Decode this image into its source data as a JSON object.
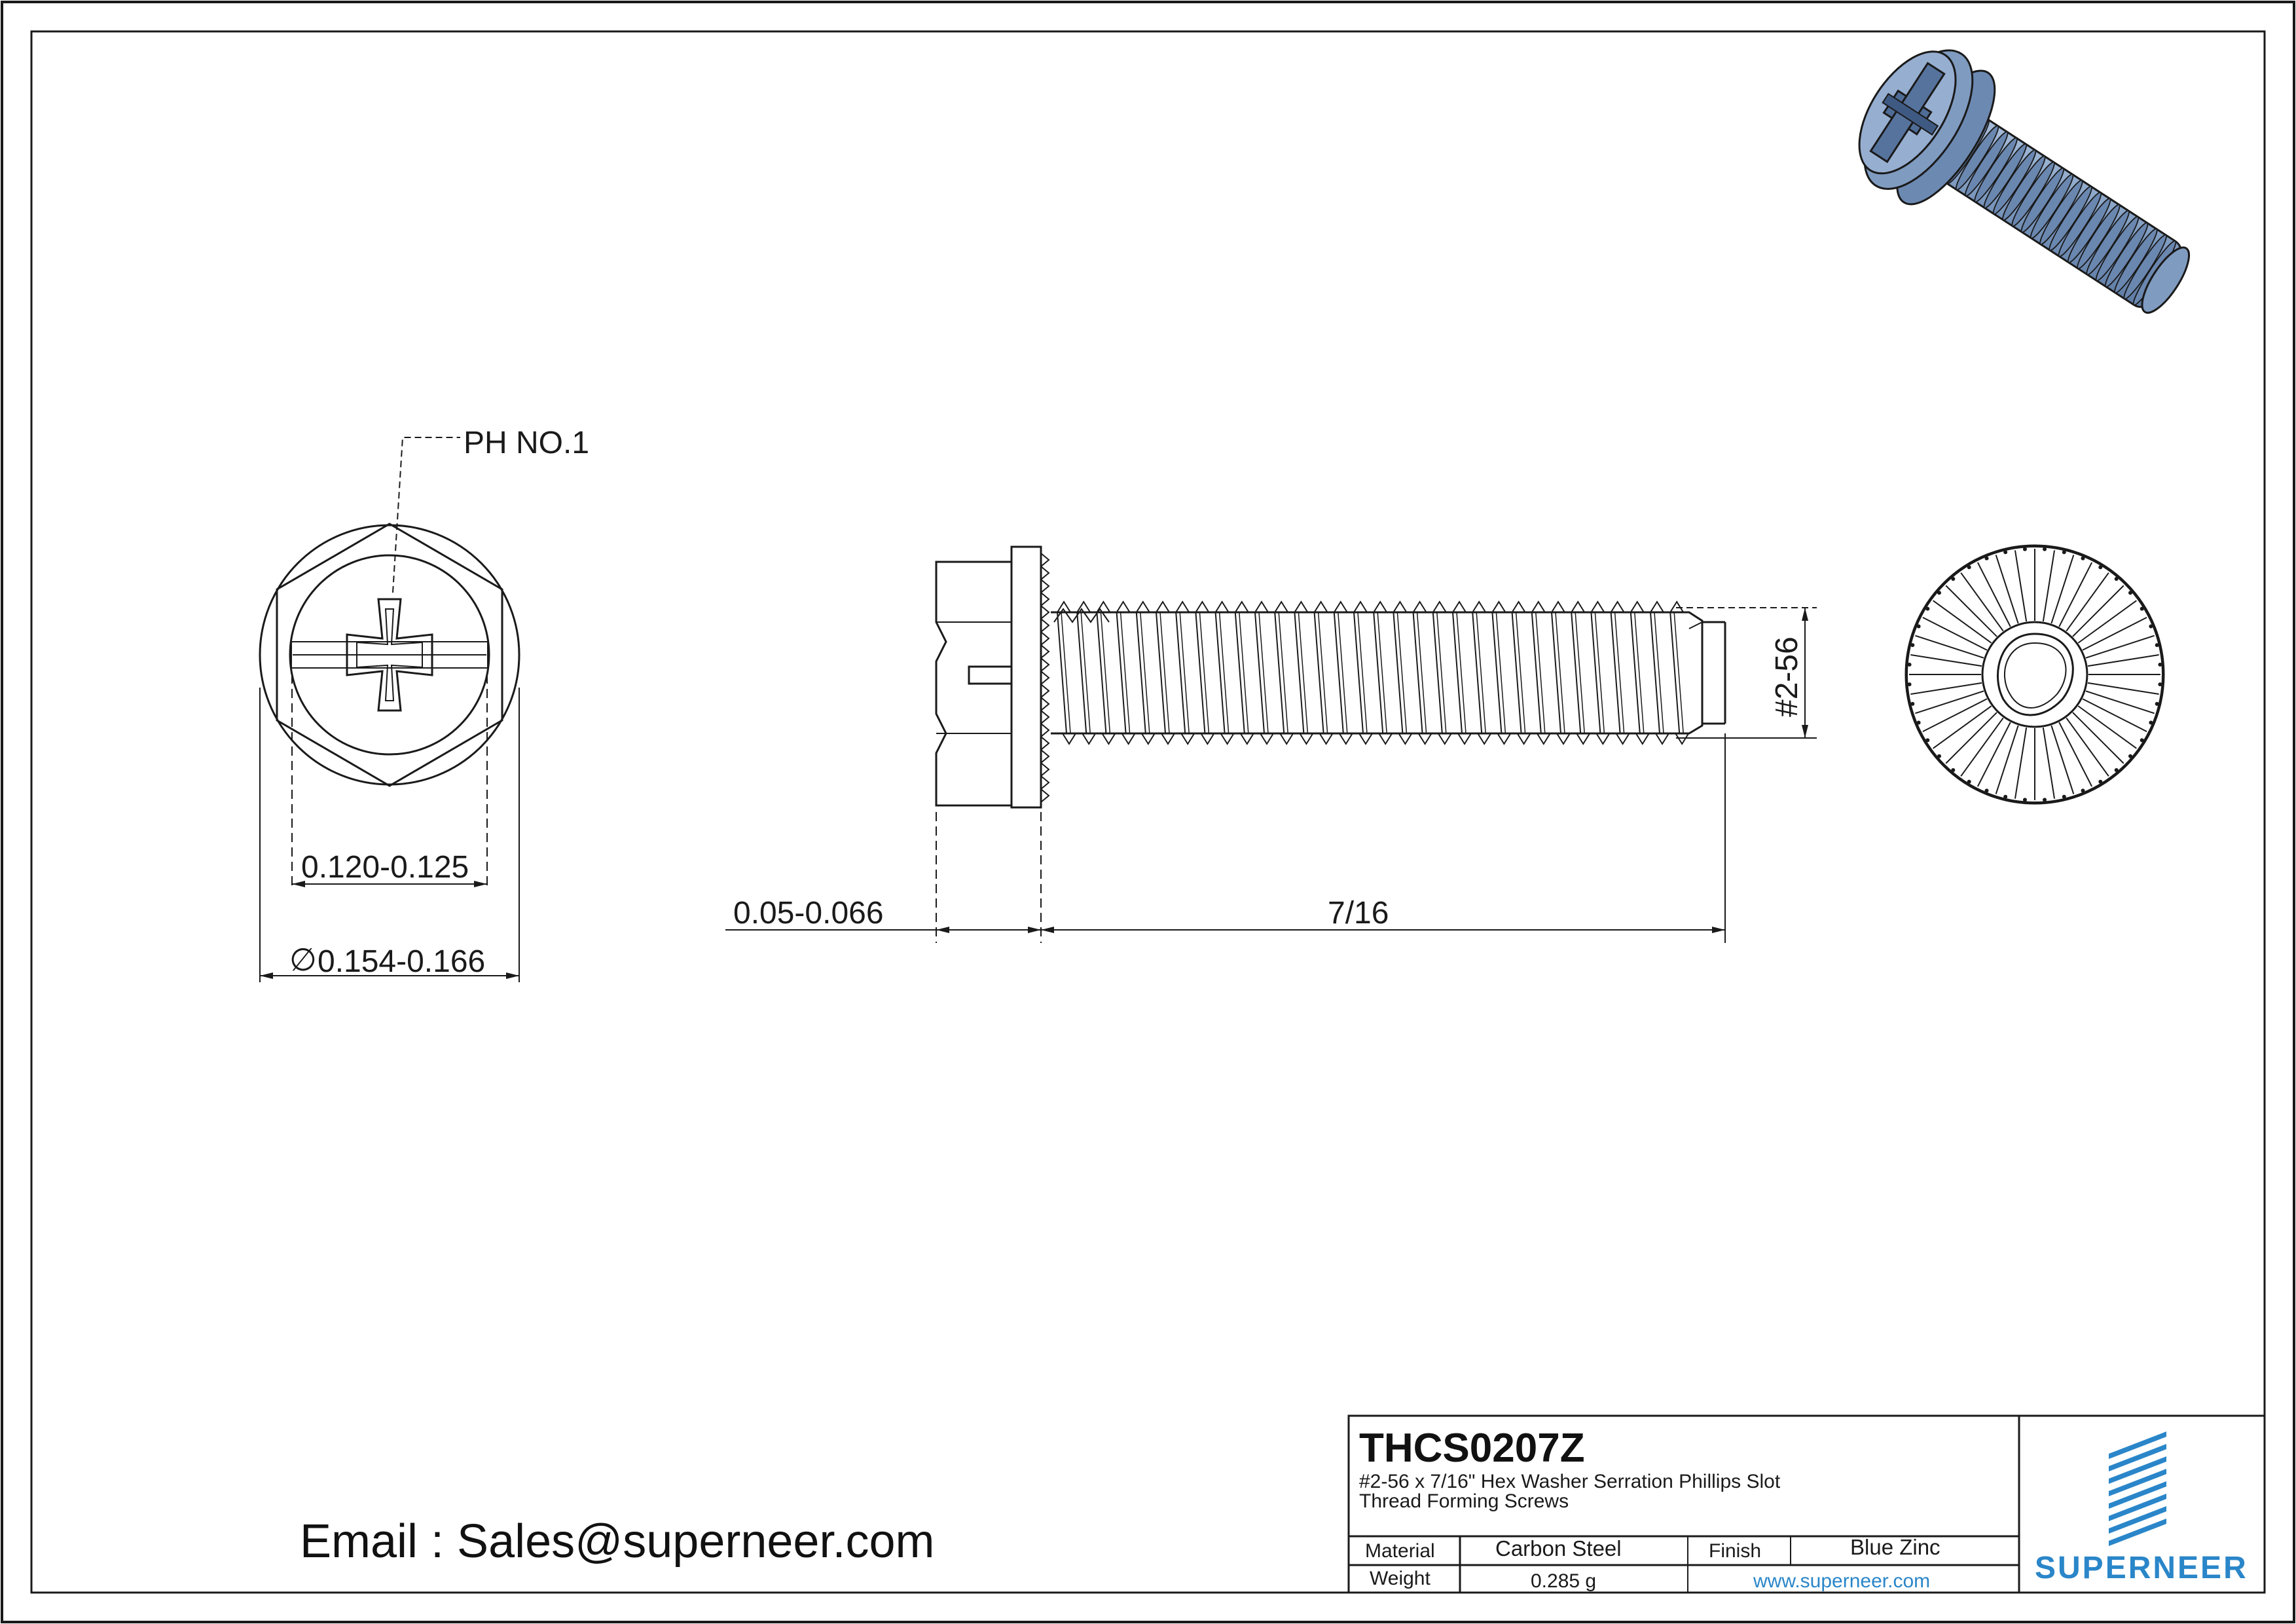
{
  "drawing": {
    "callout_label": "PH NO.1",
    "dims": {
      "slot_width": "0.120-0.125",
      "diameter": "0.154-0.166",
      "diameter_symbol": "∅",
      "washer_thickness": "0.05-0.066",
      "length": "7/16",
      "thread": "#2-56"
    }
  },
  "contact": {
    "email_text": "Email : Sales@superneer.com"
  },
  "title_block": {
    "part_number": "THCS0207Z",
    "description_line1": "#2-56 x 7/16\" Hex Washer Serration Phillips Slot",
    "description_line2": "Thread Forming Screws",
    "material_label": "Material",
    "material_value": "Carbon Steel",
    "finish_label": "Finish",
    "finish_value": "Blue Zinc",
    "weight_label": "Weight",
    "weight_value": "0.285 g",
    "website": "www.superneer.com",
    "brand": "SUPERNEER"
  },
  "colors": {
    "brand_blue": "#2a86c9",
    "screw_blue": "#8aa4c4",
    "line": "#1a1a1a"
  }
}
